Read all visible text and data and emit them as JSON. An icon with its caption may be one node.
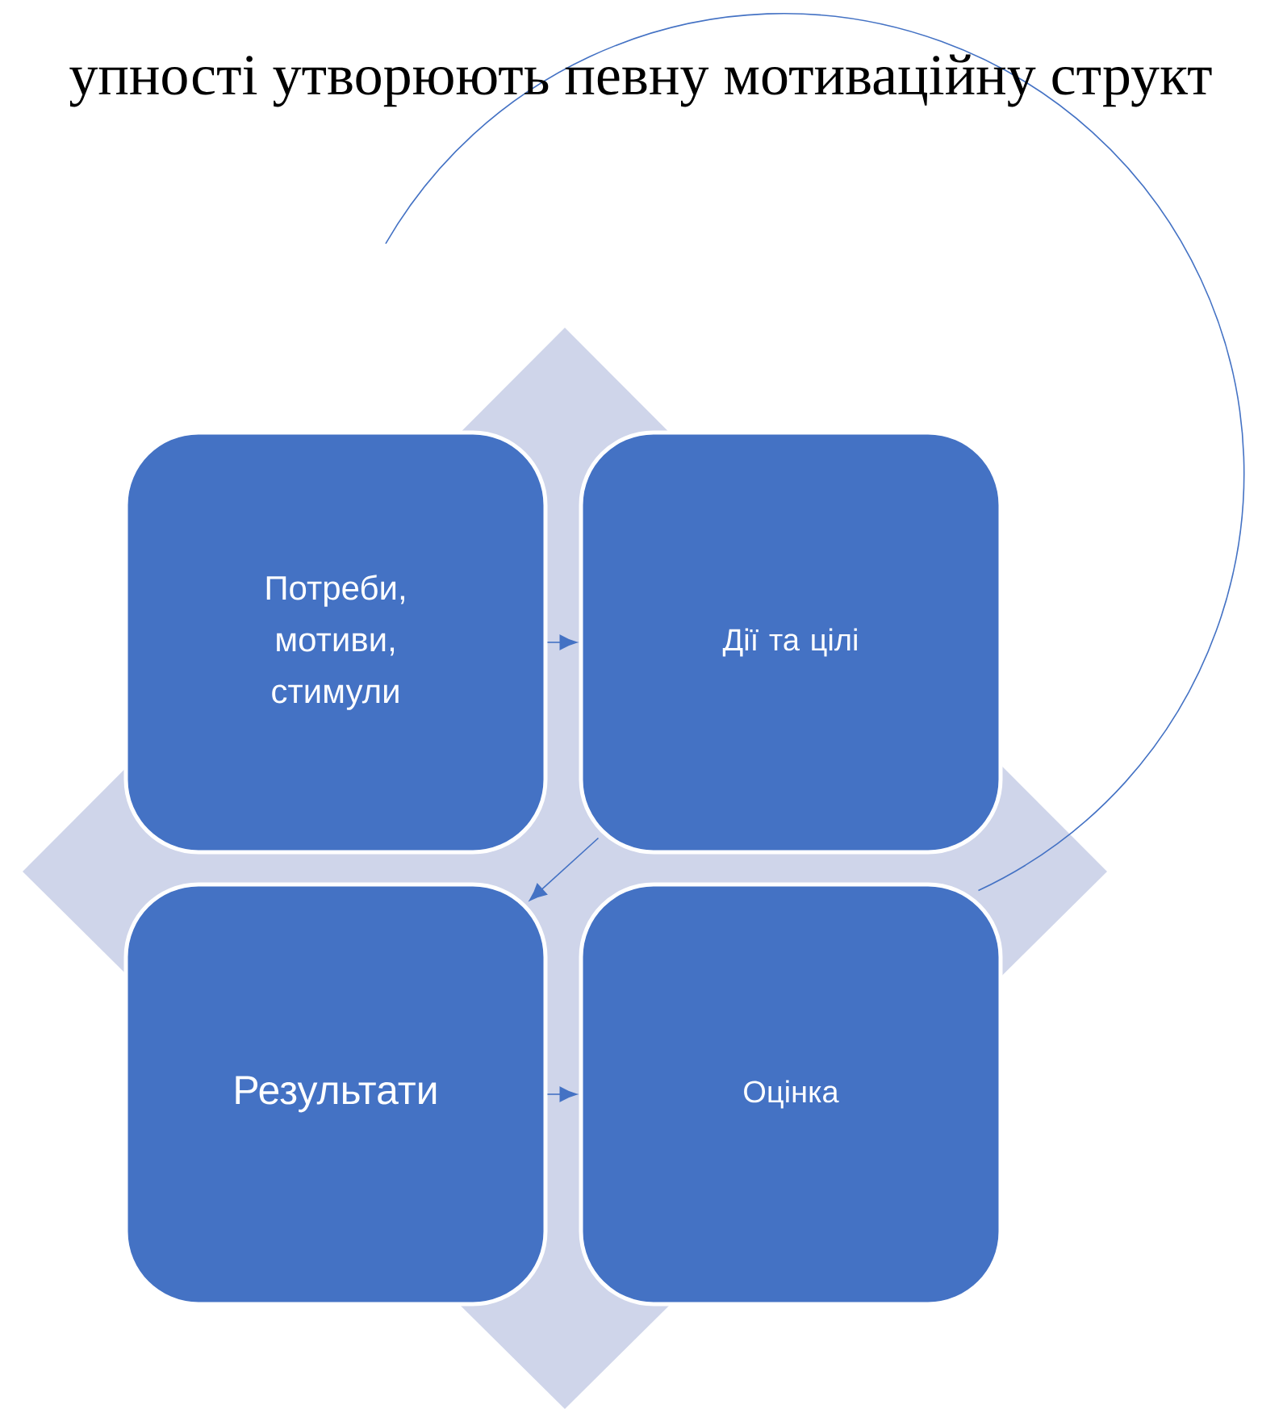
{
  "diagram": {
    "nodes": [
      {
        "text": [
          "Потреби, мотиви, стимули"
        ]
      },
      {
        "text": [
          "Дії та цілі"
        ]
      },
      {
        "text": [
          "Результати"
        ]
      },
      {
        "text": [
          "Оцінка"
        ]
      }
    ],
    "edges": [
      {
        "from": 0,
        "to": 1,
        "arrow": "to"
      },
      {
        "from": 1,
        "to": 2,
        "arrow": "to"
      },
      {
        "from": 2,
        "to": 3,
        "arrow": "to"
      },
      {
        "from": 3,
        "to": null,
        "arrow": "none"
      }
    ],
    "labels": [
      "упності утворюють певну мотиваційну структ"
    ]
  }
}
